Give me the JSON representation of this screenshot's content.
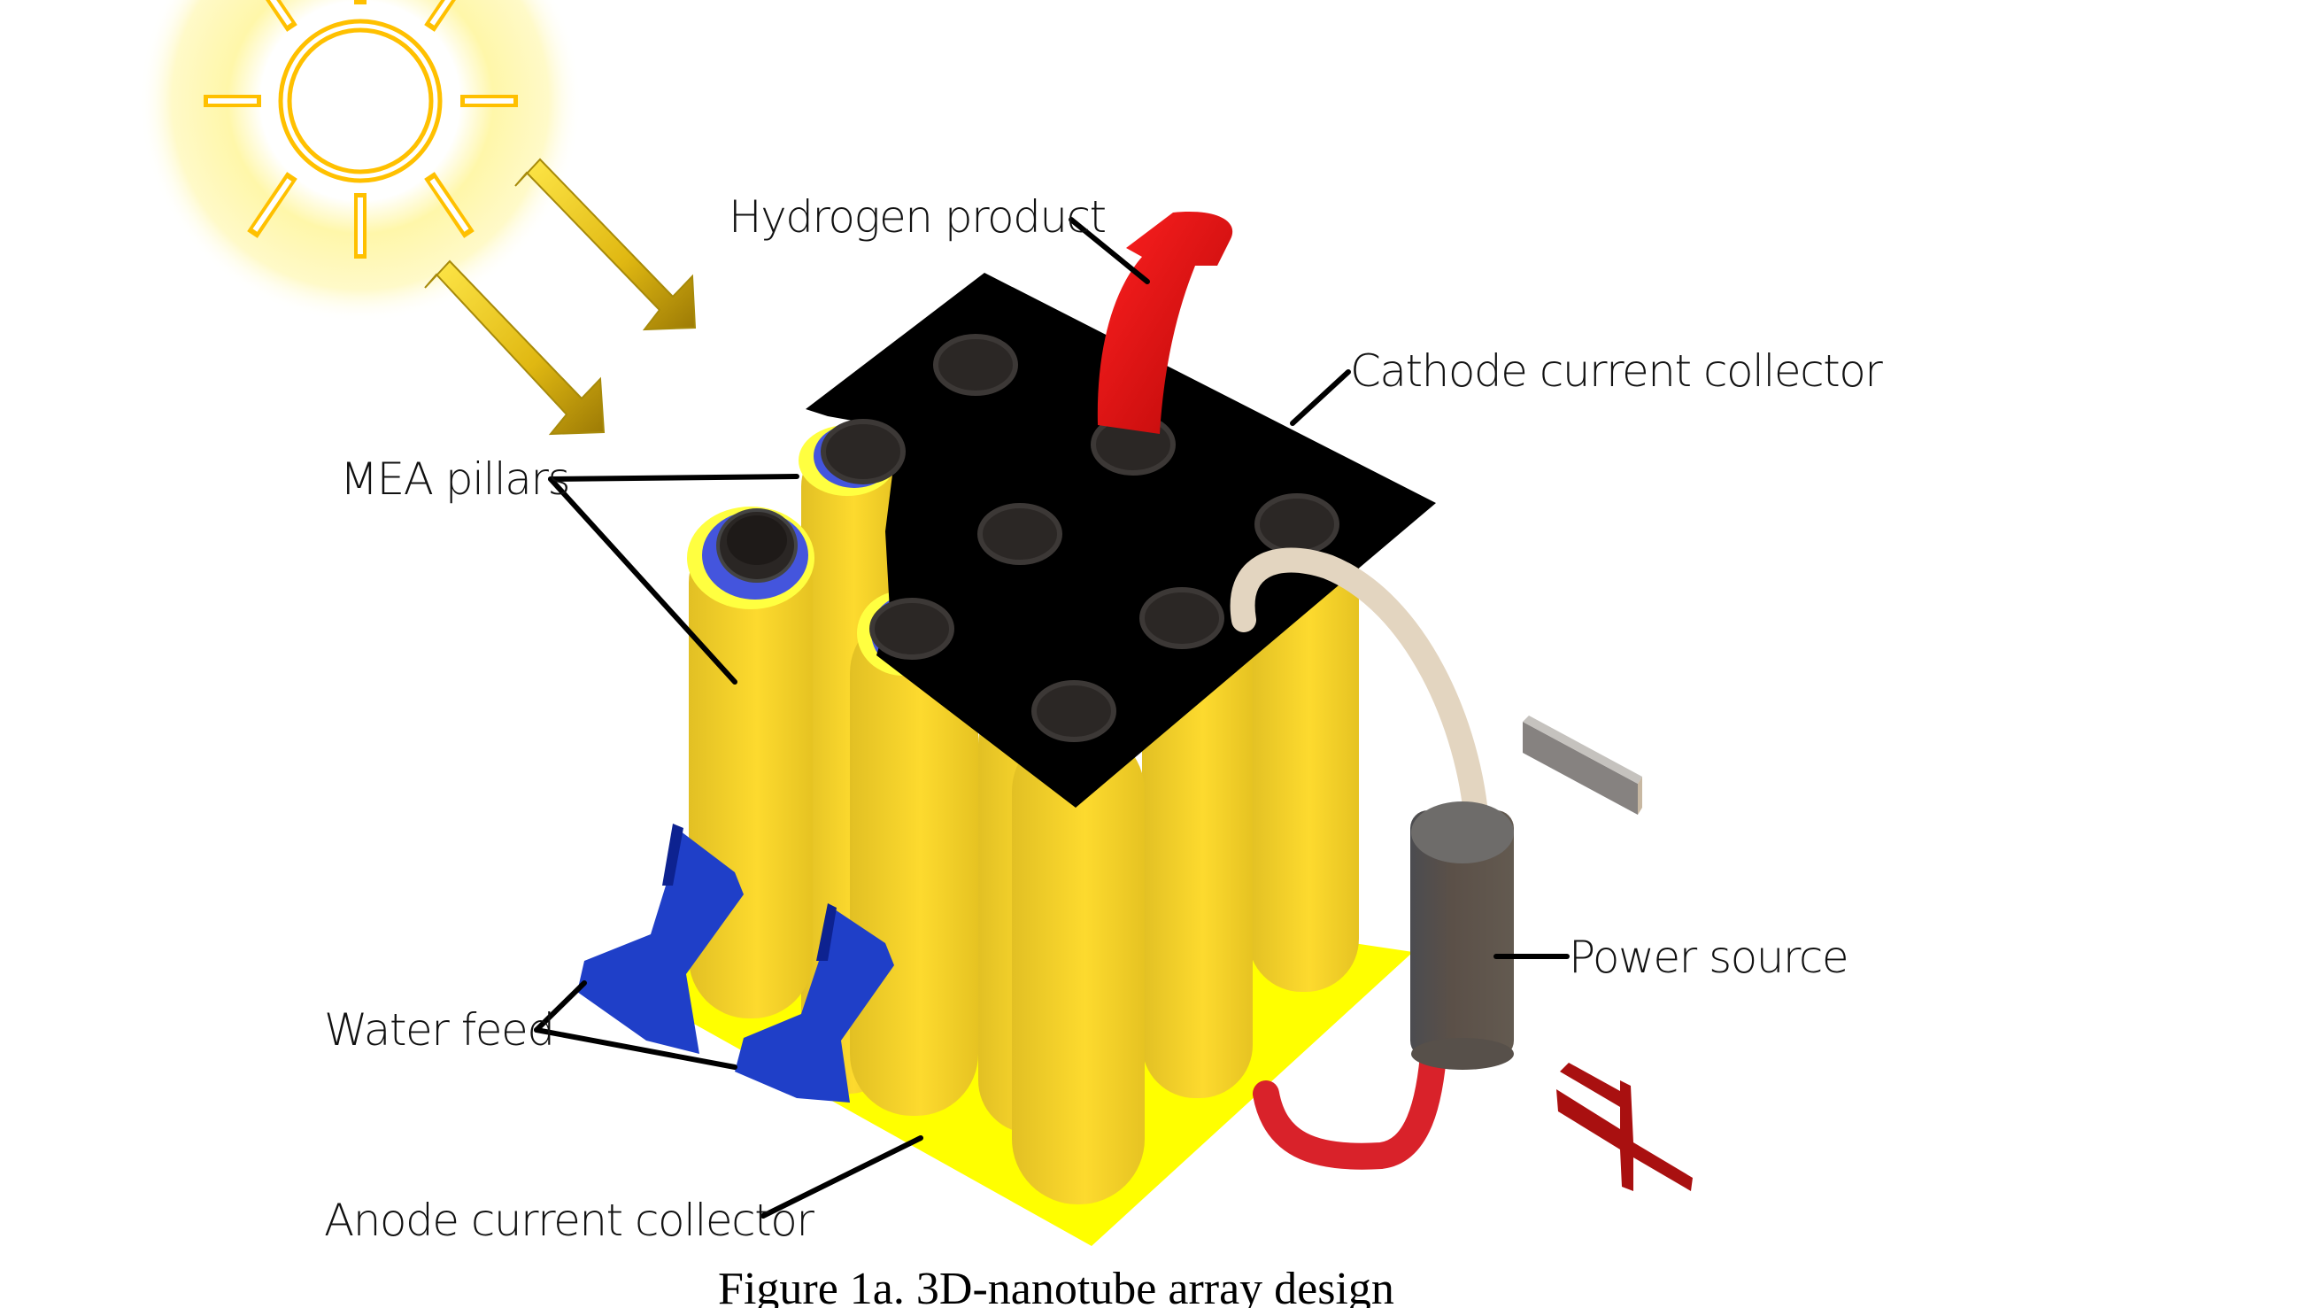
{
  "figure": {
    "caption": "Figure 1a. 3D-nanotube array design"
  },
  "labels": {
    "hydrogen_product": "Hydrogen product",
    "cathode_current_collector": "Cathode current collector",
    "mea_pillars": "MEA pillars",
    "water_feed": "Water feed",
    "anode_current_collector": "Anode current collector",
    "power_source": "Power source"
  },
  "symbols": {
    "negative": "minus-sign",
    "positive": "plus-sign"
  },
  "colors": {
    "sun": "#FFC000",
    "sun_glow": "#FFF27A",
    "light_arrow": "#E6C21A",
    "pillar": "#F2CE24",
    "pillar_ring": "#4455DD",
    "cathode_plate": "#000000",
    "anode_plate": "#FFFF00",
    "hydrogen_arrow": "#DD1111",
    "water_arrow": "#1F3FC8",
    "power_source": "#5A544E",
    "wire_negative": "#E0D2BC",
    "wire_positive": "#D9222A",
    "plus_sign": "#B01010",
    "minus_sign": "#8A8580"
  }
}
